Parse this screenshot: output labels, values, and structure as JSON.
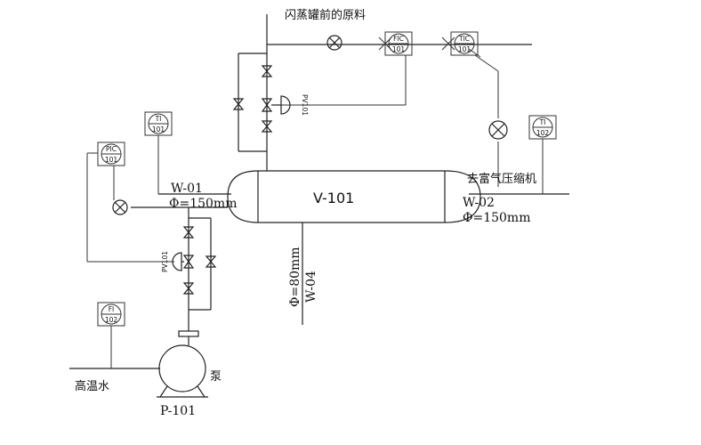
{
  "diagram": {
    "top_feed_label": "闪蒸罐前的原料",
    "compressor_label": "去富气压缩机",
    "hot_water_label": "高温水",
    "pump_label": "泵",
    "pump_tag": "P-101",
    "vessel_tag": "V-101",
    "inlet_stream": {
      "name": "W-01",
      "size": "Φ=150mm"
    },
    "gas_stream": {
      "name": "W-02",
      "size": "Φ=150mm"
    },
    "bottom_stream": {
      "name": "W-04",
      "size": "Φ=80mm"
    },
    "control_valve_top": "PV101",
    "control_valve_left": "PV101",
    "instruments": {
      "fic_top": {
        "func": "FIC",
        "num": "101"
      },
      "tic": {
        "func": "TIC",
        "num": "101"
      },
      "ti_right": {
        "func": "TI",
        "num": "102"
      },
      "ti_left": {
        "func": "TI",
        "num": "101"
      },
      "pic": {
        "func": "PIC",
        "num": "101"
      },
      "fi": {
        "func": "FI",
        "num": "102"
      }
    }
  }
}
